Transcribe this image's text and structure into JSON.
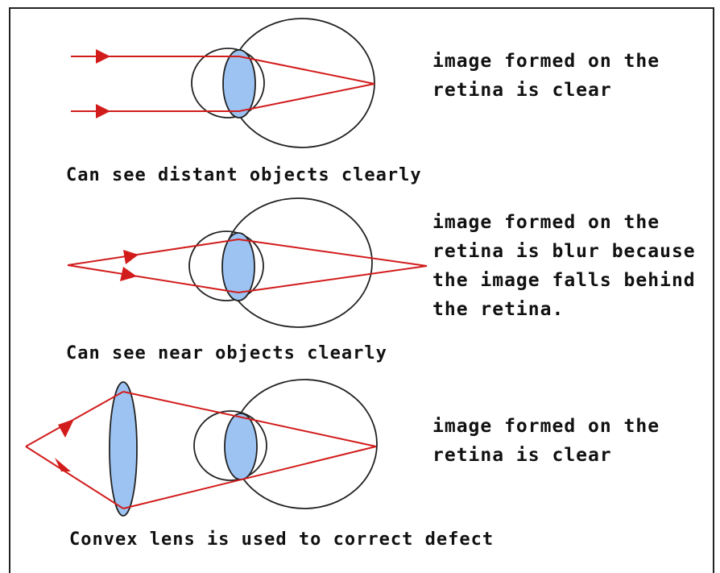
{
  "panels": [
    {
      "note_lines": [
        "image formed on the",
        "retina is clear"
      ],
      "caption": "Can see distant objects clearly"
    },
    {
      "note_lines": [
        "image formed on the",
        "retina is blur because",
        "the image falls behind",
        "the retina."
      ],
      "caption": "Can see near objects clearly"
    },
    {
      "note_lines": [
        "image formed on the",
        "retina is clear"
      ],
      "caption": "Convex lens is used to correct defect"
    }
  ],
  "colors": {
    "ray": "#d21c1c",
    "lens_fill": "#9cc3f2",
    "outline": "#222222"
  }
}
